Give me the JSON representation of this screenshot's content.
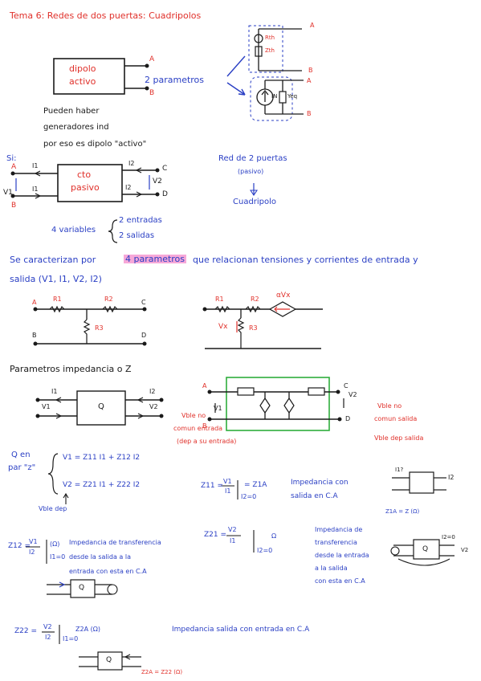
{
  "title": "Tema 6: Redes de dos puertas: Cuadripolos",
  "s1": {
    "box_line1": "dipolo",
    "box_line2": "activo",
    "A": "A",
    "B": "B",
    "arrow_label": "2 parametros",
    "note1": "Pueden haber",
    "note2": "generadores ind",
    "note3": "por eso es dipolo \"activo\"",
    "th_A": "A",
    "th_B": "B",
    "th_rth": "Rth",
    "th_zth": "Zth",
    "no_A": "A",
    "no_B": "B",
    "no_in": "IN",
    "no_yeq": "Yeq"
  },
  "s2": {
    "si": "Si:",
    "box_line1": "cto",
    "box_line2": "pasivo",
    "I1a": "I1",
    "I1b": "I1",
    "I2a": "I2",
    "I2b": "I2",
    "V1": "V1",
    "V2": "V2",
    "A": "A",
    "B": "B",
    "C": "C",
    "D": "D",
    "vars": "4 variables",
    "in": "2 entradas",
    "out": "2 salidas",
    "red": "Red de 2 puertas",
    "pasivo": "(pasivo)",
    "cuad": "Cuadripolo"
  },
  "s3": {
    "line1a": "Se caracterizan por",
    "line1b": "4 parametros",
    "line1c": "que relacionan tensiones y corrientes de entrada y",
    "line2": "salida (V1, I1, V2, I2)",
    "A": "A",
    "B": "B",
    "C": "C",
    "D": "D",
    "R1": "R1",
    "R2": "R2",
    "R3": "R3",
    "R1b": "R1",
    "R2b": "R2",
    "R3b": "R3",
    "Vx": "Vx",
    "aVx": "αVx"
  },
  "s4": {
    "header": "Parametros impedancia o Z",
    "I1": "I1",
    "I2": "I2",
    "V1": "V1",
    "V2": "V2",
    "Q": "Q",
    "A": "A",
    "B": "B",
    "C": "C",
    "D": "D",
    "V1b": "V1",
    "V2b": "V2",
    "vble_in1": "Vble no",
    "vble_in2": "comun entrada",
    "vble_in3": "(dep a su entrada)",
    "vble_out1": "Vble no",
    "vble_out2": "comun salida",
    "vble_out3": "Vble dep salida"
  },
  "s5": {
    "q_en1": "Q en",
    "q_en2": "par \"z\"",
    "eq1": "V1 = Z11 I1 + Z12 I2",
    "eq2": "V2 = Z21 I1 + Z22 I2",
    "vble_dep": "Vble dep",
    "z11": "Z11 =",
    "z11_num": "V1",
    "z11_den": "I1",
    "z11_cond": "I2=0",
    "z11_res": "= Z1A",
    "z11_desc1": "Impedancia con",
    "z11_desc2": "salida en C.A",
    "z1a_eq": "Z1A = Z (Ω)",
    "i1q": "I1?",
    "i2": "I2"
  },
  "s6": {
    "z12": "Z12 =",
    "z12_num": "V1",
    "z12_den": "I2",
    "z12_cond": "I1=0",
    "z12_unit": "(Ω)",
    "z12_desc1": "Impedancia de transferencia",
    "z12_desc2": "desde la salida a la",
    "z12_desc3": "entrada con esta en C.A",
    "z21": "Z21 =",
    "z21_num": "V2",
    "z21_den": "I1",
    "z21_cond": "I2=0",
    "z21_unit": "Ω",
    "z21_desc1": "Impedancia de",
    "z21_desc2": "transferencia",
    "z21_desc3": "desde la entrada",
    "z21_desc4": "a la salida",
    "z21_desc5": "con esta en C.A",
    "i2zero": "I2=0",
    "v2": "V2",
    "q1": "Q",
    "q2": "Q"
  },
  "s7": {
    "z22": "Z22 =",
    "z22_num": "V2",
    "z22_den": "I2",
    "z22_cond": "I1=0",
    "z22_res": "Z2A (Ω)",
    "desc": "Impedancia salida con entrada en C.A",
    "q": "Q",
    "z2a": "Z2A = Z22 (Ω)"
  }
}
